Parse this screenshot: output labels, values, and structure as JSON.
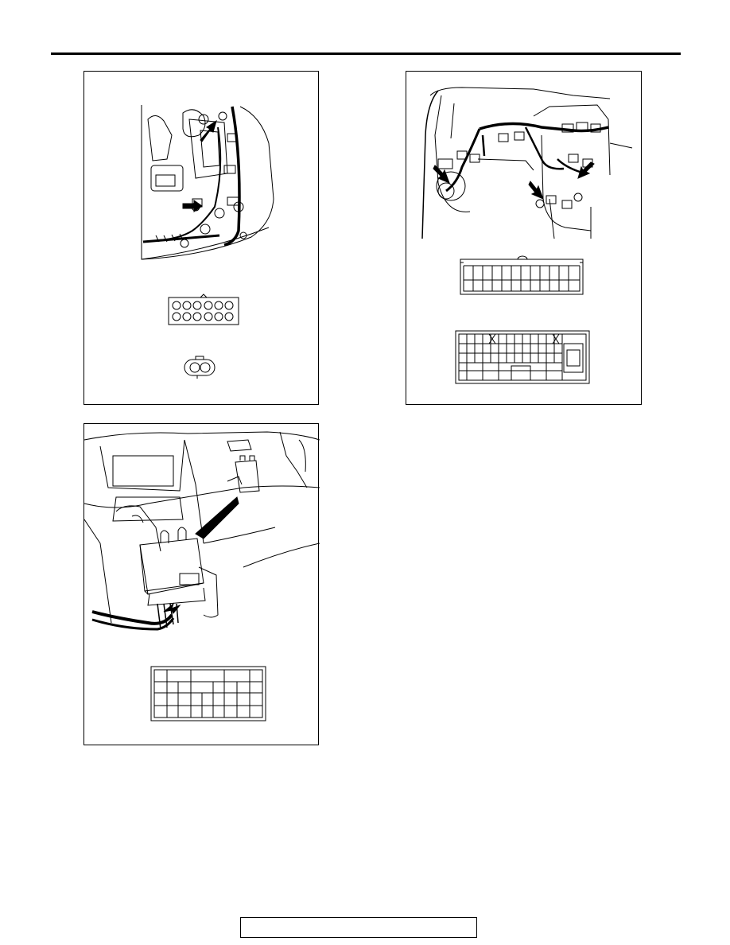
{
  "document": {
    "header_text": "",
    "footer_text": ""
  },
  "figures": [
    {
      "id": "engine-compartment-harness",
      "caption": ""
    },
    {
      "id": "instrument-panel-harness",
      "caption": ""
    },
    {
      "id": "center-console-control-unit",
      "caption": ""
    }
  ],
  "colors": {
    "line": "#000000",
    "background": "#ffffff"
  }
}
